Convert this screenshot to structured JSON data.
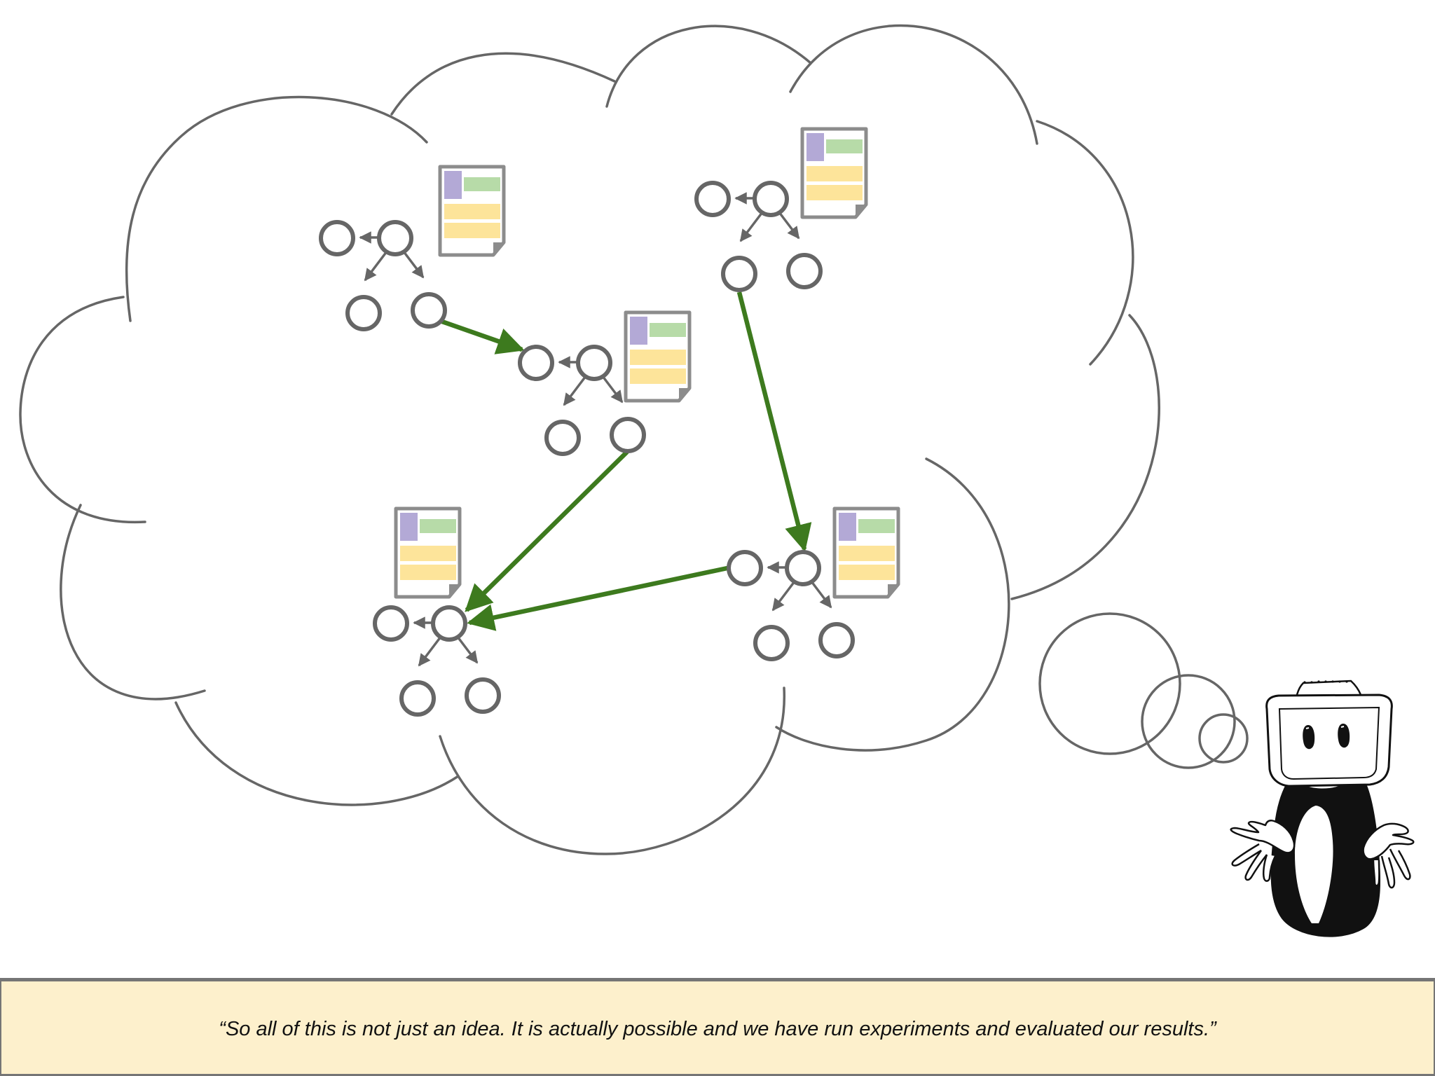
{
  "caption": "“So all of this is not just an idea. It is actually possible and we have run experiments and evaluated our results.”",
  "colors": {
    "outline": "#666666",
    "link_arrow": "#3d7a1e",
    "caption_background": "#fdf0cc",
    "doc_header_purple": "#b3a9d6",
    "doc_header_green": "#b7dba8",
    "doc_body_yellow": "#fde49a"
  },
  "icons": [
    "thought-cloud",
    "thought-bubble-trail",
    "knowledge-graph-cluster",
    "document-icon",
    "robot-character"
  ],
  "diagram": {
    "clusters": [
      "cluster-a",
      "cluster-b",
      "cluster-c",
      "cluster-d",
      "cluster-e"
    ],
    "links": [
      {
        "from": "cluster-a",
        "to": "cluster-b"
      },
      {
        "from": "cluster-b",
        "to": "cluster-d"
      },
      {
        "from": "cluster-c",
        "to": "cluster-e"
      },
      {
        "from": "cluster-e",
        "to": "cluster-d"
      }
    ]
  }
}
